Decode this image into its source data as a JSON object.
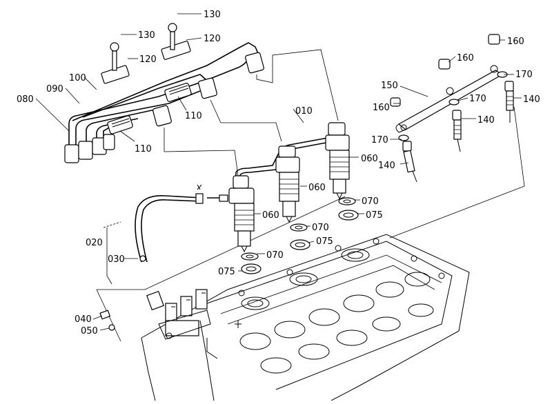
{
  "labels": [
    {
      "text": "130"
    },
    {
      "text": "130"
    },
    {
      "text": "120"
    },
    {
      "text": "120"
    },
    {
      "text": "100"
    },
    {
      "text": "090"
    },
    {
      "text": "080"
    },
    {
      "text": "110"
    },
    {
      "text": "110"
    },
    {
      "text": "010"
    },
    {
      "text": "060"
    },
    {
      "text": "060"
    },
    {
      "text": "060"
    },
    {
      "text": "070"
    },
    {
      "text": "075"
    },
    {
      "text": "070"
    },
    {
      "text": "075"
    },
    {
      "text": "070"
    },
    {
      "text": "075"
    },
    {
      "text": "020"
    },
    {
      "text": "030"
    },
    {
      "text": "040"
    },
    {
      "text": "050"
    },
    {
      "text": "150"
    },
    {
      "text": "160"
    },
    {
      "text": "160"
    },
    {
      "text": "160"
    },
    {
      "text": "170"
    },
    {
      "text": "170"
    },
    {
      "text": "170"
    },
    {
      "text": "140"
    },
    {
      "text": "140"
    },
    {
      "text": "140"
    }
  ]
}
